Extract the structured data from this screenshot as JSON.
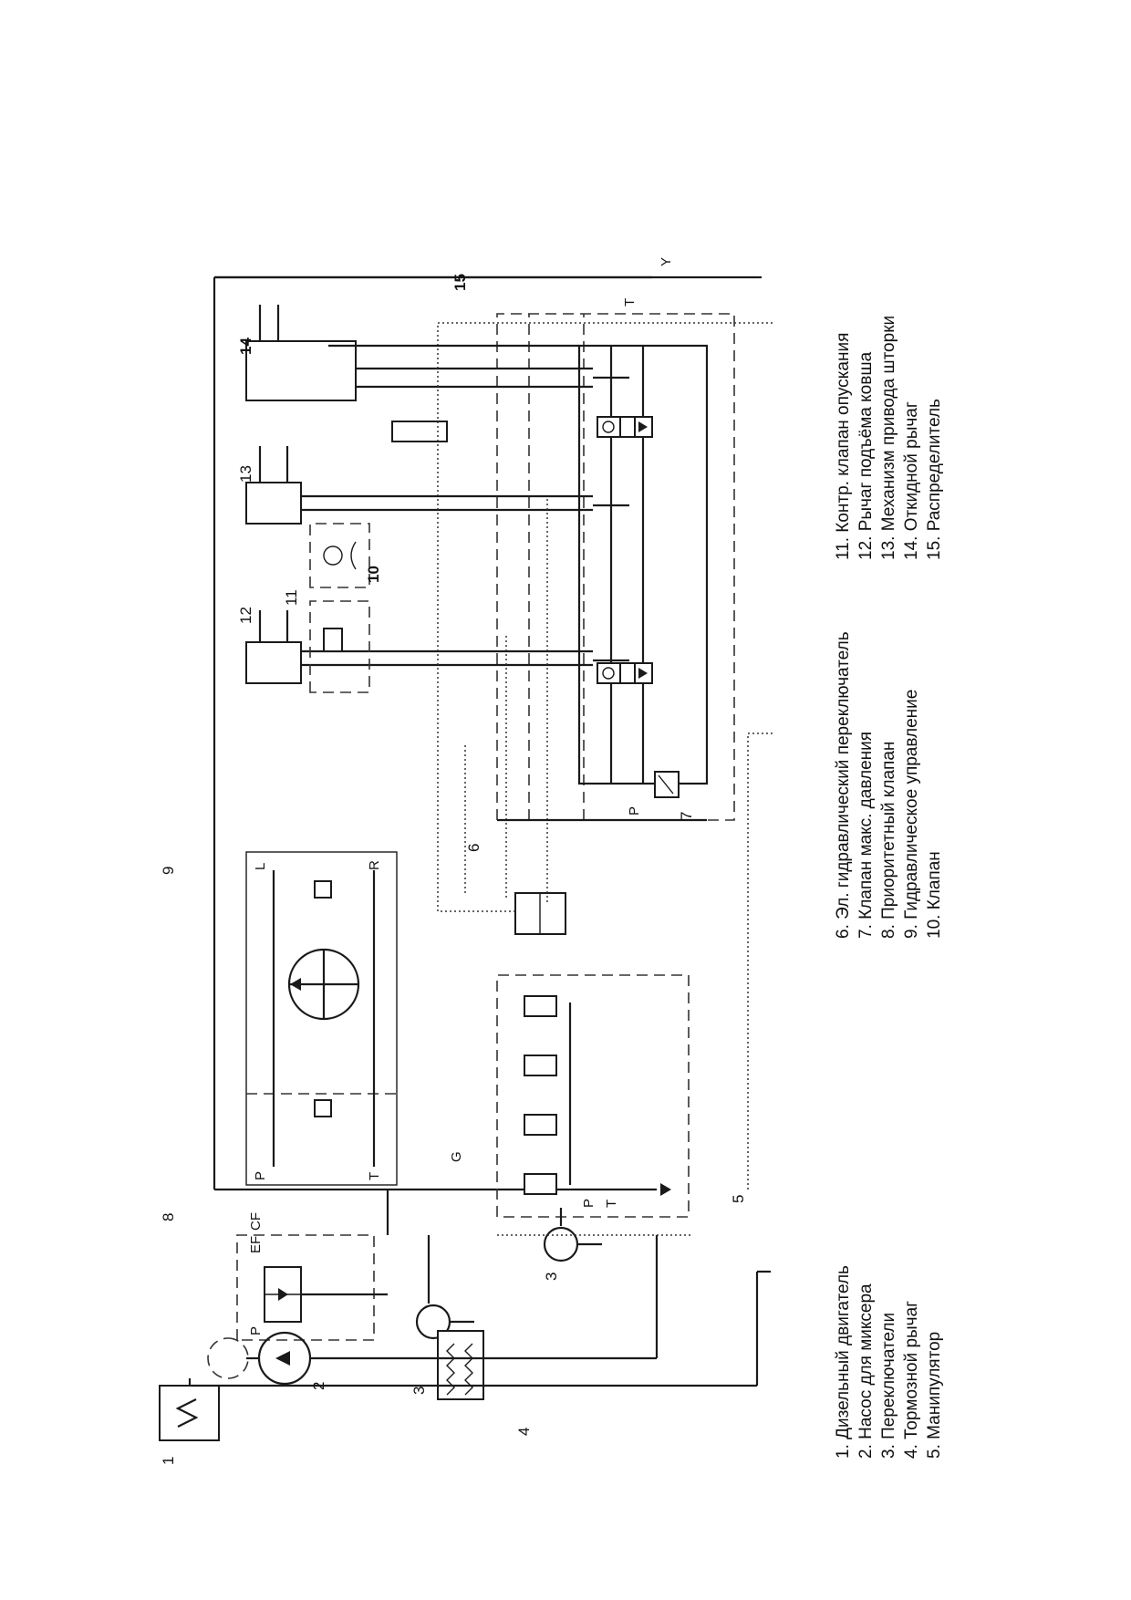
{
  "legend": {
    "col1": [
      "1. Дизельный двигатель",
      "2. Насос для миксера",
      "3. Переключатели",
      "4. Тормозной рычаг",
      "5. Манипулятор"
    ],
    "col2": [
      "6. Эл. гидравлический переключатель",
      "7. Клапан макс. давления",
      "8. Приоритетный клапан",
      "9. Гидравлическое управление",
      "10. Клапан"
    ],
    "col3": [
      "11. Контр. клапан опускания",
      "12. Рычаг подъёма ковша",
      "13. Механизм привода шторки",
      "14. Откидной рычаг",
      "15. Распределитель"
    ]
  },
  "callouts": [
    "1",
    "2",
    "3",
    "3",
    "4",
    "5",
    "6",
    "7",
    "8",
    "9",
    "10",
    "11",
    "12",
    "13",
    "14",
    "15"
  ],
  "ports": {
    "y": "Y",
    "g": "G",
    "t_top": "T",
    "p_dist": "P",
    "l": "L",
    "r": "R",
    "p9": "P",
    "t9": "T",
    "cf": "CF",
    "ef": "EF",
    "p8": "P",
    "p5": "P",
    "t5": "T"
  }
}
